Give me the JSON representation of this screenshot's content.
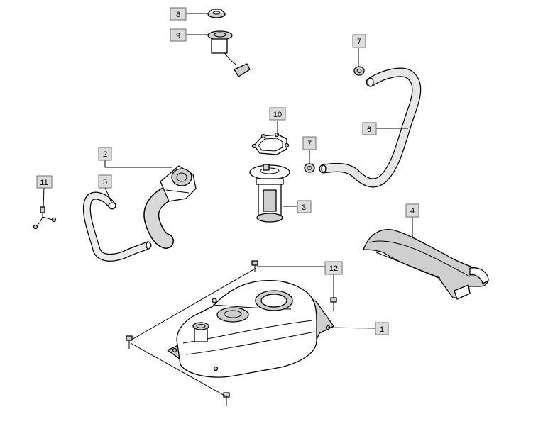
{
  "callouts": [
    {
      "id": "c8",
      "label": "8"
    },
    {
      "id": "c9",
      "label": "9"
    },
    {
      "id": "c7a",
      "label": "7"
    },
    {
      "id": "c6",
      "label": "6"
    },
    {
      "id": "c10",
      "label": "10"
    },
    {
      "id": "c7b",
      "label": "7"
    },
    {
      "id": "c2",
      "label": "2"
    },
    {
      "id": "c5",
      "label": "5"
    },
    {
      "id": "c11",
      "label": "11"
    },
    {
      "id": "c3",
      "label": "3"
    },
    {
      "id": "c4",
      "label": "4"
    },
    {
      "id": "c12",
      "label": "12"
    },
    {
      "id": "c1",
      "label": "1"
    }
  ]
}
